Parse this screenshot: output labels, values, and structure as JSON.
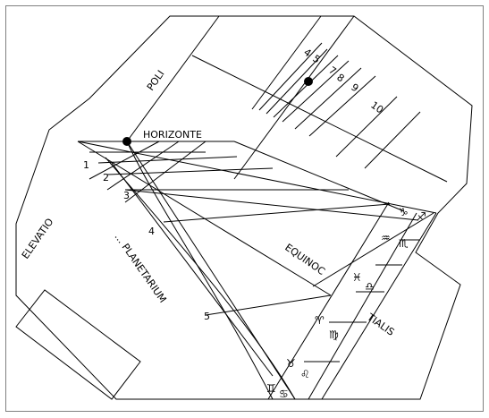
{
  "labels": {
    "poli": "POLI",
    "horizonte": "HORIZONTE",
    "elevatio": "ELEVATIO",
    "planetarium": "... PLANETARIUM",
    "equinoc": "EQUINOC",
    "tialis": "TIALIS"
  },
  "hour_numbers": [
    "4",
    "5",
    "7",
    "8",
    "9",
    "10"
  ],
  "side_numbers": [
    "1",
    "2",
    "3",
    "4",
    "5"
  ],
  "zodiac_signs": {
    "capricorn": "♑",
    "sagittarius": "♐",
    "aquarius": "♒",
    "scorpio": "♏",
    "pisces": "♓",
    "libra": "♎",
    "aries": "♈",
    "virgo": "♍",
    "taurus": "♉",
    "leo": "♌",
    "gemini": "♊",
    "cancer": "♋"
  },
  "colors": {
    "background": "#ffffff",
    "border": "#808080",
    "ink": "#000000"
  }
}
